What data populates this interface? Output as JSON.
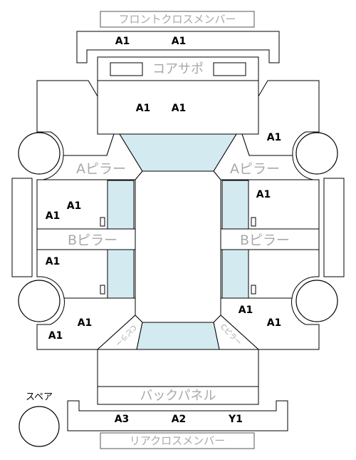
{
  "diagram": {
    "front_cross_member": {
      "label": "フロントクロスメンバー",
      "marks": [
        "A1",
        "A1"
      ]
    },
    "core_support": {
      "label": "コアサポ"
    },
    "front_center_area": {
      "marks": [
        "A1",
        "A1"
      ]
    },
    "right_front_fender": {
      "marks": [
        "A1"
      ]
    },
    "left_a_pillar": {
      "label": "Aピラー"
    },
    "right_a_pillar": {
      "label": "Aピラー"
    },
    "left_front_door": {
      "marks": [
        "A1",
        "A1"
      ]
    },
    "right_front_door": {
      "marks": [
        "A1"
      ]
    },
    "left_b_pillar": {
      "label": "Bピラー"
    },
    "right_b_pillar": {
      "label": "Bピラー"
    },
    "left_rear_door": {
      "marks": [
        "A1"
      ]
    },
    "left_c_pillar": {
      "label": "Cピラー"
    },
    "right_c_pillar": {
      "label": "Cピラー"
    },
    "left_rear_quarter": {
      "marks": [
        "A1",
        "A1"
      ]
    },
    "right_rear_quarter": {
      "marks": [
        "A1",
        "A1"
      ]
    },
    "back_panel": {
      "label": "バックパネル"
    },
    "rear_cross_member": {
      "label": "リアクロスメンバー",
      "marks": [
        "A3",
        "A2",
        "Y1"
      ]
    },
    "spare": {
      "label": "スペア"
    }
  },
  "colors": {
    "glass": "#d4eaf1",
    "outline": "#000000",
    "label_text": "#a8a8a8",
    "mark_text": "#000000",
    "background": "#ffffff"
  }
}
